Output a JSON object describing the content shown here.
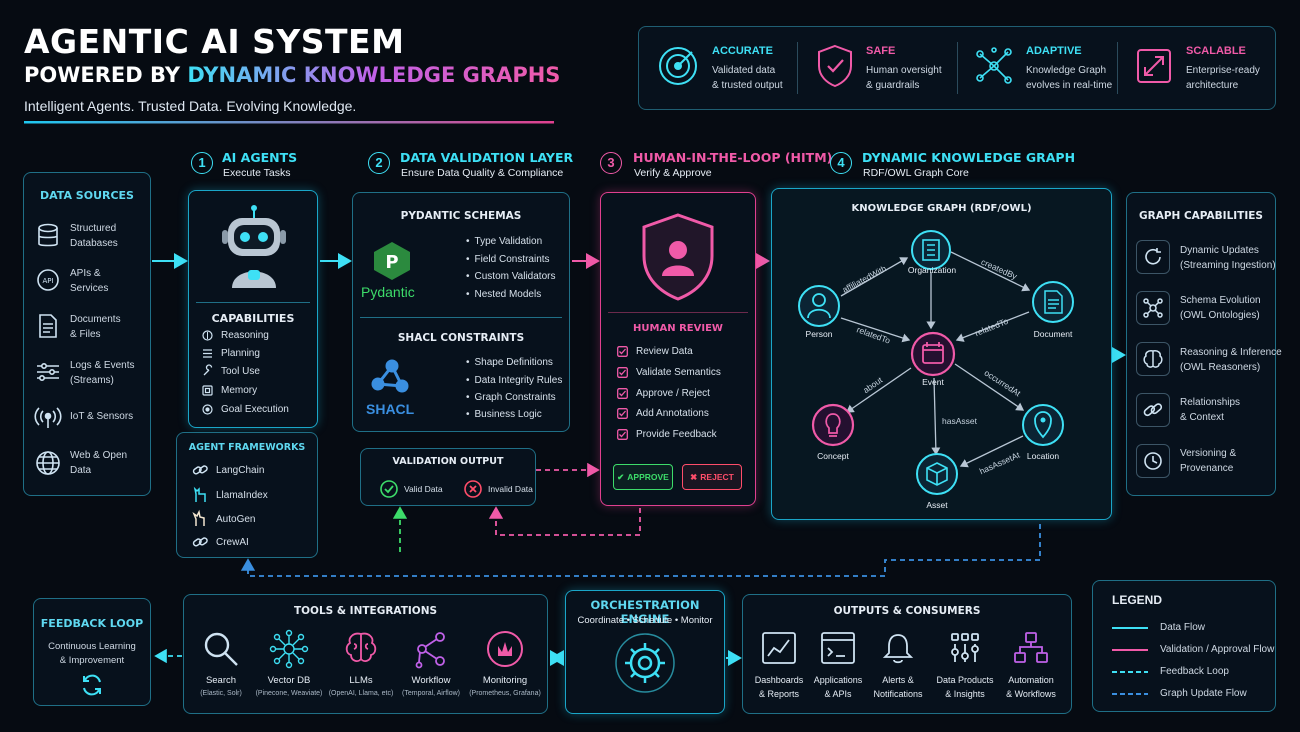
{
  "header": {
    "title": "AGENTIC AI SYSTEM",
    "subtitle_prefix": "POWERED BY",
    "subtitle_highlight": "DYNAMIC KNOWLEDGE GRAPHS",
    "tagline": "Intelligent Agents. Trusted Data. Evolving Knowledge."
  },
  "pillars": [
    {
      "title": "ACCURATE",
      "line1": "Validated data",
      "line2": "& trusted output",
      "icon": "target-icon",
      "color": "#3ee0f5"
    },
    {
      "title": "SAFE",
      "line1": "Human oversight",
      "line2": "& guardrails",
      "icon": "shield-icon",
      "color": "#f05aa8"
    },
    {
      "title": "ADAPTIVE",
      "line1": "Knowledge Graph",
      "line2": "evolves in real-time",
      "icon": "network-icon",
      "color": "#3ee0f5"
    },
    {
      "title": "SCALABLE",
      "line1": "Enterprise-ready",
      "line2": "architecture",
      "icon": "expand-icon",
      "color": "#f05aa8"
    }
  ],
  "data_sources": {
    "title": "DATA SOURCES",
    "items": [
      {
        "line1": "Structured",
        "line2": "Databases"
      },
      {
        "line1": "APIs &",
        "line2": "Services"
      },
      {
        "line1": "Documents",
        "line2": "& Files"
      },
      {
        "line1": "Logs & Events",
        "line2": "(Streams)"
      },
      {
        "line1": "IoT & Sensors",
        "line2": ""
      },
      {
        "line1": "Web & Open",
        "line2": "Data"
      }
    ]
  },
  "steps": [
    {
      "num": "1",
      "title": "AI AGENTS",
      "sub": "Execute Tasks"
    },
    {
      "num": "2",
      "title": "DATA VALIDATION LAYER",
      "sub": "Ensure Data Quality & Compliance"
    },
    {
      "num": "3",
      "title": "HUMAN-IN-THE-LOOP (HITM)",
      "sub": "Verify & Approve"
    },
    {
      "num": "4",
      "title": "DYNAMIC KNOWLEDGE GRAPH",
      "sub": "RDF/OWL Graph Core"
    }
  ],
  "agents": {
    "capabilities_title": "CAPABILITIES",
    "capabilities": [
      "Reasoning",
      "Planning",
      "Tool Use",
      "Memory",
      "Goal Execution"
    ],
    "frameworks_title": "AGENT FRAMEWORKS",
    "frameworks": [
      "LangChain",
      "LlamaIndex",
      "AutoGen",
      "CrewAI"
    ]
  },
  "validation": {
    "pydantic_title": "PYDANTIC SCHEMAS",
    "pydantic_logo": "Pydantic",
    "pydantic_items": [
      "Type Validation",
      "Field Constraints",
      "Custom Validators",
      "Nested Models"
    ],
    "shacl_title": "SHACL CONSTRAINTS",
    "shacl_logo": "SHACL",
    "shacl_items": [
      "Shape Definitions",
      "Data Integrity Rules",
      "Graph Constraints",
      "Business Logic"
    ],
    "output_title": "VALIDATION OUTPUT",
    "valid": "Valid Data",
    "invalid": "Invalid Data"
  },
  "hitm": {
    "review_title": "HUMAN REVIEW",
    "items": [
      "Review Data",
      "Validate Semantics",
      "Approve / Reject",
      "Add Annotations",
      "Provide Feedback"
    ],
    "approve": "APPROVE",
    "reject": "REJECT"
  },
  "kg": {
    "title": "KNOWLEDGE GRAPH (RDF/OWL)",
    "nodes": [
      "Organization",
      "Person",
      "Document",
      "Event",
      "Concept",
      "Location",
      "Asset"
    ],
    "edges": [
      "affiliatedWith",
      "createdBy",
      "relatedTo",
      "relatedTo",
      "about",
      "occurredAt",
      "hasAsset",
      "hasAssetAt"
    ]
  },
  "graph_capabilities": {
    "title": "GRAPH CAPABILITIES",
    "items": [
      {
        "line1": "Dynamic Updates",
        "line2": "(Streaming Ingestion)"
      },
      {
        "line1": "Schema Evolution",
        "line2": "(OWL Ontologies)"
      },
      {
        "line1": "Reasoning & Inference",
        "line2": "(OWL Reasoners)"
      },
      {
        "line1": "Relationships",
        "line2": "& Context"
      },
      {
        "line1": "Versioning &",
        "line2": "Provenance"
      }
    ]
  },
  "feedback": {
    "title": "FEEDBACK LOOP",
    "line1": "Continuous Learning",
    "line2": "& Improvement"
  },
  "tools": {
    "title": "TOOLS & INTEGRATIONS",
    "items": [
      {
        "name": "Search",
        "detail": "(Elastic, Solr)"
      },
      {
        "name": "Vector DB",
        "detail": "(Pinecone, Weaviate)"
      },
      {
        "name": "LLMs",
        "detail": "(OpenAI, Llama, etc)"
      },
      {
        "name": "Workflow",
        "detail": "(Temporal, Airflow)"
      },
      {
        "name": "Monitoring",
        "detail": "(Prometheus, Grafana)"
      }
    ]
  },
  "orchestration": {
    "title": "ORCHESTRATION ENGINE",
    "sub": "Coordinate • Schedule • Monitor"
  },
  "outputs": {
    "title": "OUTPUTS & CONSUMERS",
    "items": [
      {
        "line1": "Dashboards",
        "line2": "& Reports"
      },
      {
        "line1": "Applications",
        "line2": "& APIs"
      },
      {
        "line1": "Alerts &",
        "line2": "Notifications"
      },
      {
        "line1": "Data Products",
        "line2": "& Insights"
      },
      {
        "line1": "Automation",
        "line2": "& Workflows"
      }
    ]
  },
  "legend": {
    "title": "LEGEND",
    "items": [
      "Data Flow",
      "Validation / Approval Flow",
      "Feedback Loop",
      "Graph Update Flow"
    ]
  },
  "colors": {
    "cyan": "#3ee0f5",
    "pink": "#f05aa8",
    "green": "#3ddc6a",
    "red": "#ff4d6a",
    "bg": "#060b12"
  }
}
